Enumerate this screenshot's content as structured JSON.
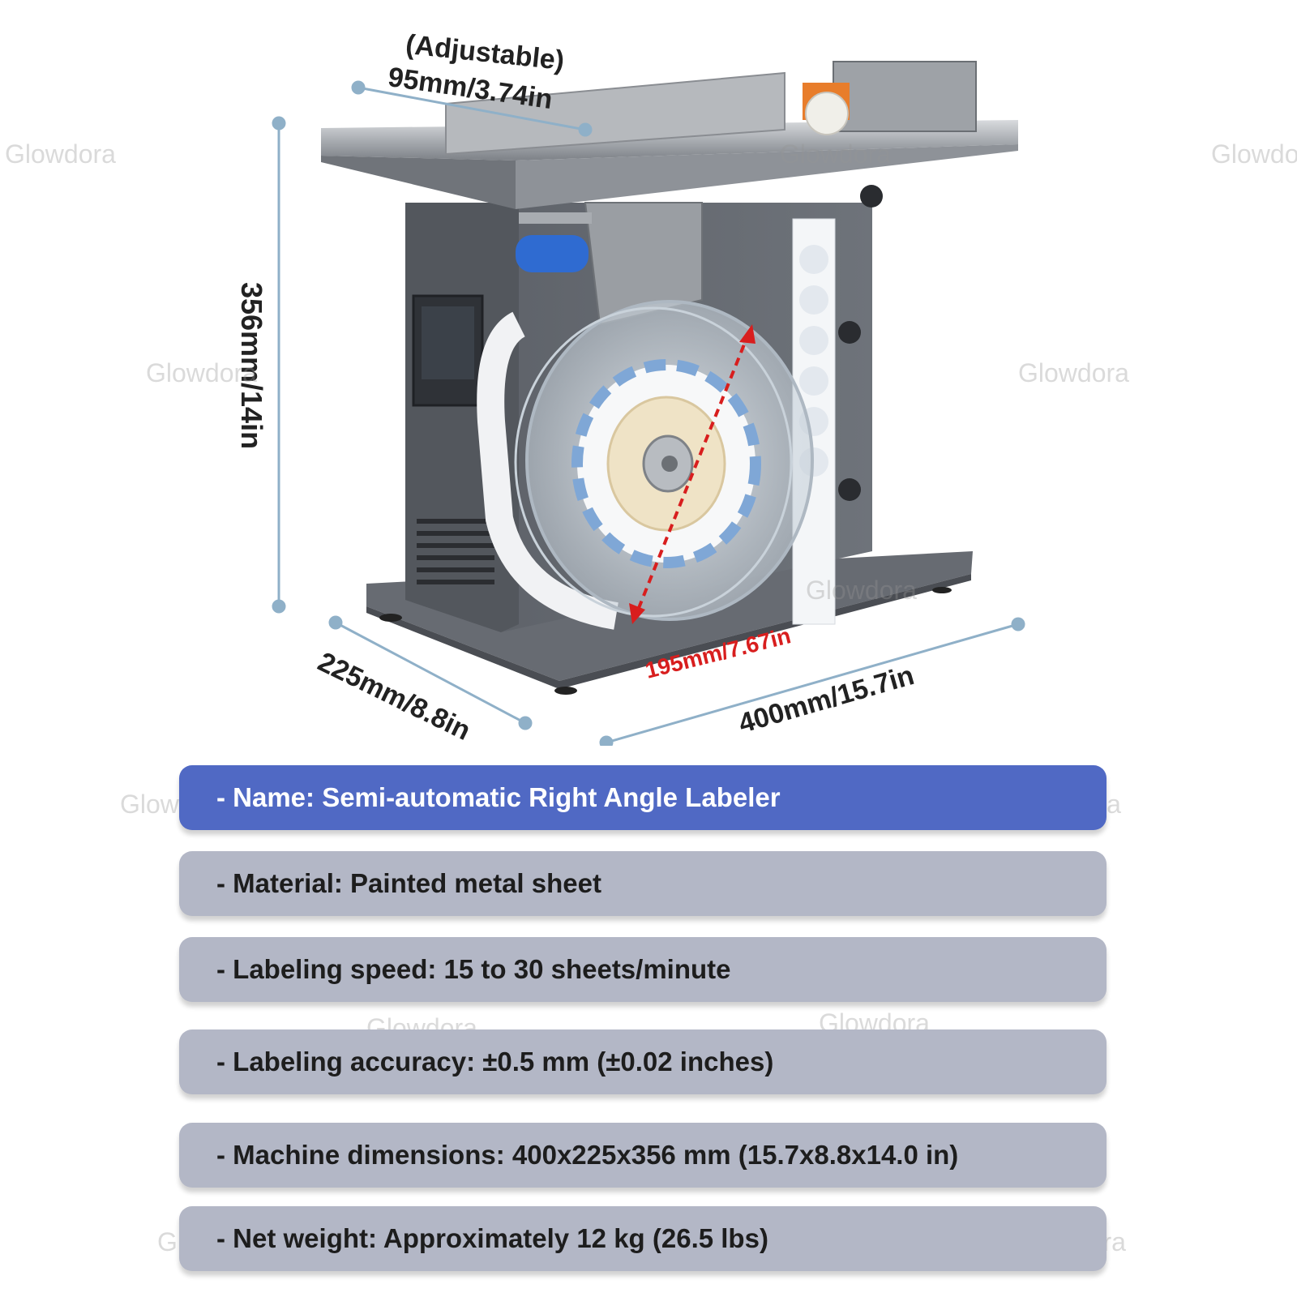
{
  "brand": {
    "watermark": "Glowdora"
  },
  "dimensions": {
    "adjustable": "(Adjustable)",
    "guide_width": "95mm/3.74in",
    "height": "356mm/14in",
    "depth": "225mm/8.8in",
    "roll_diameter": "195mm/7.67in",
    "width": "400mm/15.7in"
  },
  "specs": [
    {
      "label": "- Name: Semi-automatic Right Angle Labeler",
      "highlight": true
    },
    {
      "label": "- Material: Painted metal sheet",
      "highlight": false
    },
    {
      "label": "- Labeling speed: 15 to 30 sheets/minute",
      "highlight": false
    },
    {
      "label": "- Labeling accuracy: ±0.5 mm (±0.02 inches)",
      "highlight": false
    },
    {
      "label": "- Machine dimensions: 400x225x356 mm (15.7x8.8x14.0 in)",
      "highlight": false
    },
    {
      "label": "- Net weight: Approximately 12 kg (26.5 lbs)",
      "highlight": false
    }
  ],
  "colors": {
    "highlight_band": "#5069c4",
    "spec_band": "#b3b7c6",
    "dimension_line": "#8fb0c8",
    "roll_diameter_arrow": "#d81e1e"
  }
}
